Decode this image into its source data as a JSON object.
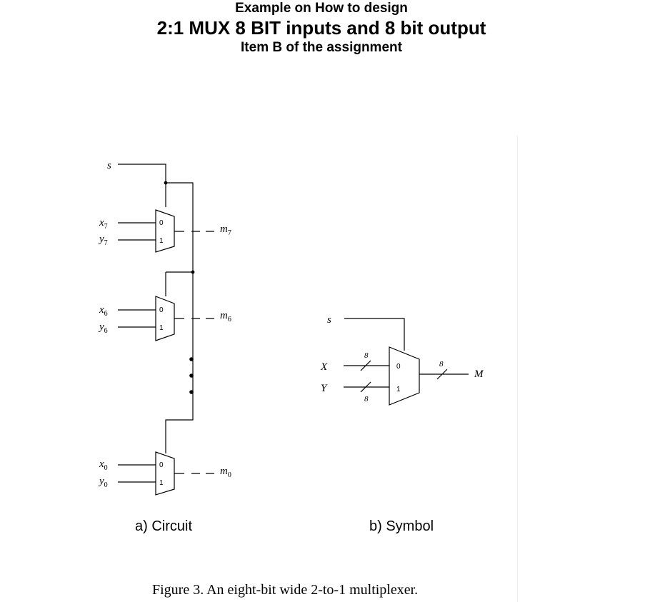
{
  "header": {
    "line1": "Example on How to design",
    "line2": "2:1 MUX 8 BIT inputs and 8 bit output",
    "line3": "Item B of the assignment"
  },
  "circuit": {
    "select": "s",
    "stages": [
      {
        "x": "x",
        "y": "y",
        "m": "m",
        "index": "7"
      },
      {
        "x": "x",
        "y": "y",
        "m": "m",
        "index": "6"
      },
      {
        "x": "x",
        "y": "y",
        "m": "m",
        "index": "0"
      }
    ],
    "pin0": "0",
    "pin1": "1",
    "caption": "a) Circuit"
  },
  "symbol": {
    "select": "s",
    "input_x": "X",
    "input_y": "Y",
    "output": "M",
    "width_x": "8",
    "width_y": "8",
    "width_out": "8",
    "pin0": "0",
    "pin1": "1",
    "caption": "b) Symbol"
  },
  "figure_caption": "Figure 3. An eight-bit wide 2-to-1 multiplexer."
}
